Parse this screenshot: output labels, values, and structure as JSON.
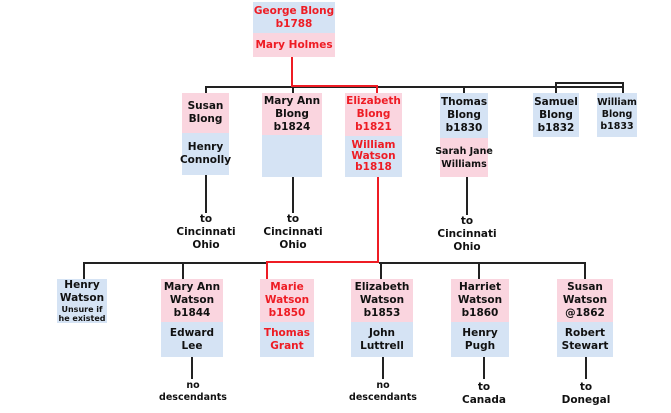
{
  "root": {
    "person": [
      "George Blong",
      "b1788"
    ],
    "spouse": [
      "Mary Holmes"
    ]
  },
  "generation1": [
    {
      "person": [
        "Susan",
        "Blong"
      ],
      "spouse": [
        "Henry",
        "Connolly"
      ],
      "note": [
        "to",
        "Cincinnati",
        "Ohio"
      ]
    },
    {
      "person": [
        "Mary Ann",
        "Blong",
        "b1824"
      ],
      "spouse": [],
      "note": [
        "to",
        "Cincinnati",
        "Ohio"
      ]
    },
    {
      "person": [
        "Elizabeth",
        "Blong",
        "b1821"
      ],
      "spouse": [
        "William",
        "Watson",
        "b1818"
      ],
      "note": []
    },
    {
      "person": [
        "Thomas",
        "Blong",
        "b1830"
      ],
      "spouse": [
        "Sarah Jane",
        "Williams"
      ],
      "note": [
        "to",
        "Cincinnati",
        "Ohio"
      ]
    },
    {
      "person": [
        "Samuel",
        "Blong",
        "b1832"
      ]
    },
    {
      "person": [
        "William",
        "Blong",
        "b1833"
      ]
    }
  ],
  "generation2": [
    {
      "person": [
        "Henry",
        "Watson"
      ],
      "person_note": [
        "Unsure if",
        "he existed"
      ]
    },
    {
      "person": [
        "Mary Ann",
        "Watson",
        "b1844"
      ],
      "spouse": [
        "Edward",
        "Lee"
      ],
      "note": [
        "no",
        "descendants"
      ]
    },
    {
      "person": [
        "Marie",
        "Watson",
        "b1850"
      ],
      "spouse": [
        "Thomas",
        "Grant"
      ]
    },
    {
      "person": [
        "Elizabeth",
        "Watson",
        "b1853"
      ],
      "spouse": [
        "John",
        "Luttrell"
      ],
      "note": [
        "no",
        "descendants"
      ]
    },
    {
      "person": [
        "Harriet",
        "Watson",
        "b1860"
      ],
      "spouse": [
        "Henry",
        "Pugh"
      ],
      "note": [
        "to",
        "Canada"
      ]
    },
    {
      "person": [
        "Susan",
        "Watson",
        "@1862"
      ],
      "spouse": [
        "Robert",
        "Stewart"
      ],
      "note": [
        "to",
        "Donegal"
      ]
    }
  ],
  "colors": {
    "female_box": "#fad5df",
    "male_box": "#d5e3f4",
    "direct_line": "#ee1c24",
    "connector": "#222222"
  }
}
